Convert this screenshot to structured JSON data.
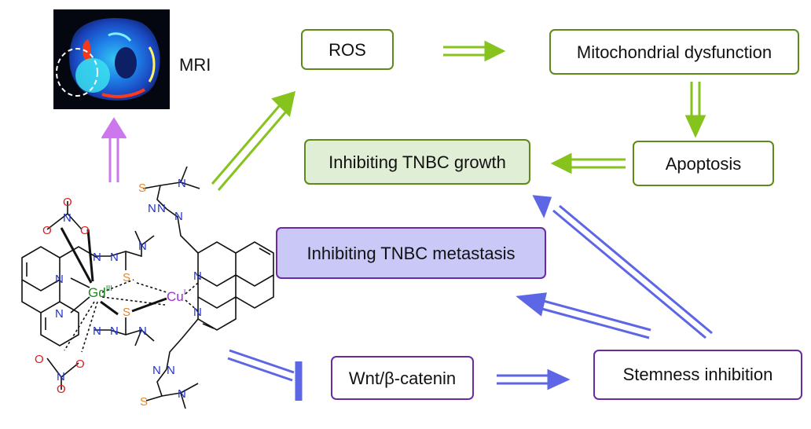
{
  "mri_label": "MRI",
  "nodes": {
    "ros": "ROS",
    "mito": "Mitochondrial dysfunction",
    "apoptosis": "Apoptosis",
    "growth": "Inhibiting TNBC growth",
    "metastasis": "Inhibiting TNBC metastasis",
    "wnt": "Wnt/β-catenin",
    "stemness": "Stemness inhibition"
  },
  "atoms": {
    "gd": "Gd",
    "gd_ox": "III",
    "cu": "Cu",
    "cu_ox": "I",
    "o": "O",
    "n": "N",
    "s": "S"
  },
  "colors": {
    "green_path": "#86c31c",
    "green_border": "#5e8a1a",
    "growth_fill": "#dfeed5",
    "purple_border": "#6a2aa0",
    "metastasis_fill": "#c9c8f6",
    "blue_path": "#5d66e4",
    "mri_arrow": "#cc77ee",
    "gd_color": "#1e8a1e",
    "cu_color": "#9b30d0",
    "s_color": "#e08a2c",
    "n_color": "#2233cc",
    "o_color": "#e01c1c"
  }
}
